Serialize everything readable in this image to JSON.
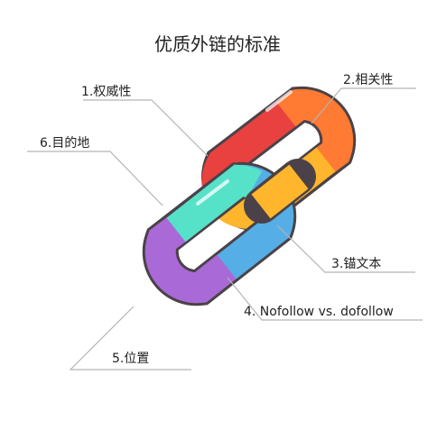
{
  "title": "优质外链的标准",
  "factors": [
    {
      "label": "1.权威性",
      "color": "#e8413f"
    },
    {
      "label": "2.相关性",
      "color": "#ff7a32"
    },
    {
      "label": "3.锚文本",
      "color": "#ffb62c"
    },
    {
      "label": "4. Nofollow vs. dofollow",
      "color": "#56aee6"
    },
    {
      "label": "5.位置",
      "color": "#a969d6"
    },
    {
      "label": "6.目的地",
      "color": "#56e1c9"
    }
  ],
  "outline_color": "#4a4248"
}
